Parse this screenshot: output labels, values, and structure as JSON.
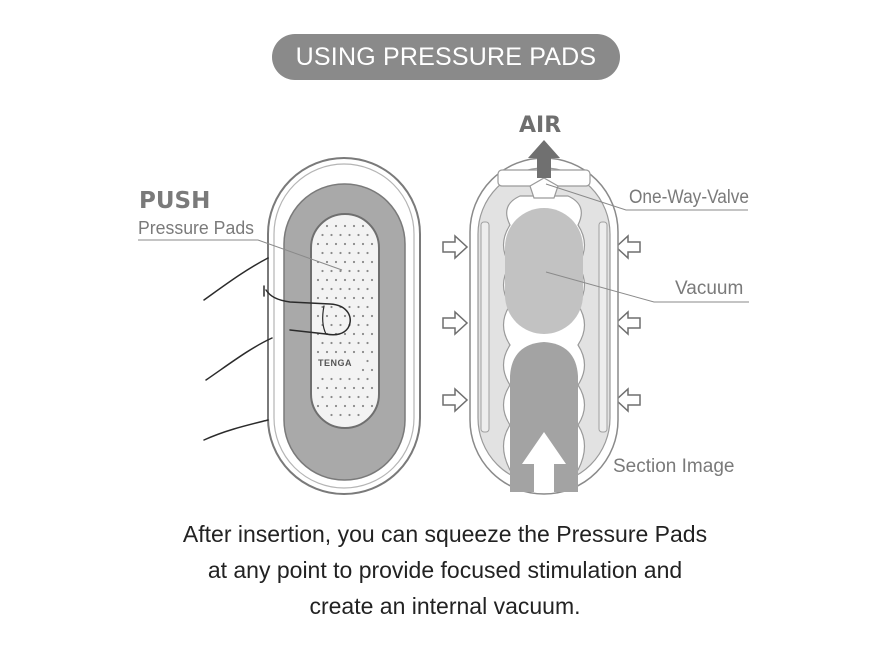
{
  "header": {
    "title": "USING PRESSURE PADS"
  },
  "left_device": {
    "push_label": "PUSH",
    "pads_label": "Pressure Pads",
    "brand": "TENGA"
  },
  "right_section": {
    "air_label": "AIR",
    "valve_label": "One-Way-Valve",
    "vacuum_label": "Vacuum",
    "section_label": "Section Image"
  },
  "caption": {
    "line1": "After insertion, you can squeeze the Pressure Pads",
    "line2": "at any point to provide focused stimulation and",
    "line3": "create an internal vacuum."
  },
  "colors": {
    "pill": "#8a8a8a",
    "device_outline": "#7a7a7a",
    "device_band": "#a9a9a9",
    "pad_fill": "#f3f3f3",
    "section_fill": "#e2e2e2",
    "chamber_fill": "#c2c2c2",
    "arrow_dark": "#707070",
    "label_text": "#777777"
  }
}
